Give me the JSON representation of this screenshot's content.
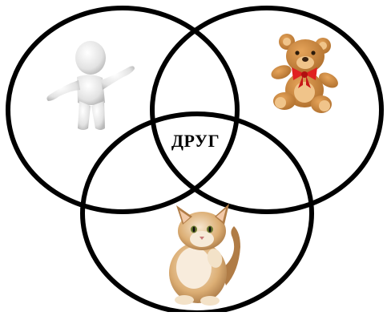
{
  "diagram": {
    "center_label": "ДРУГ",
    "circles": [
      {
        "id": "person",
        "content": "person-figure"
      },
      {
        "id": "teddy",
        "content": "teddy-bear"
      },
      {
        "id": "cat",
        "content": "cat"
      }
    ],
    "colors": {
      "stroke": "#000000",
      "background": "#ffffff",
      "figure": "#e4e4e4",
      "bear": "#c8873f",
      "bow": "#e02020",
      "cat": "#d9a870"
    }
  }
}
